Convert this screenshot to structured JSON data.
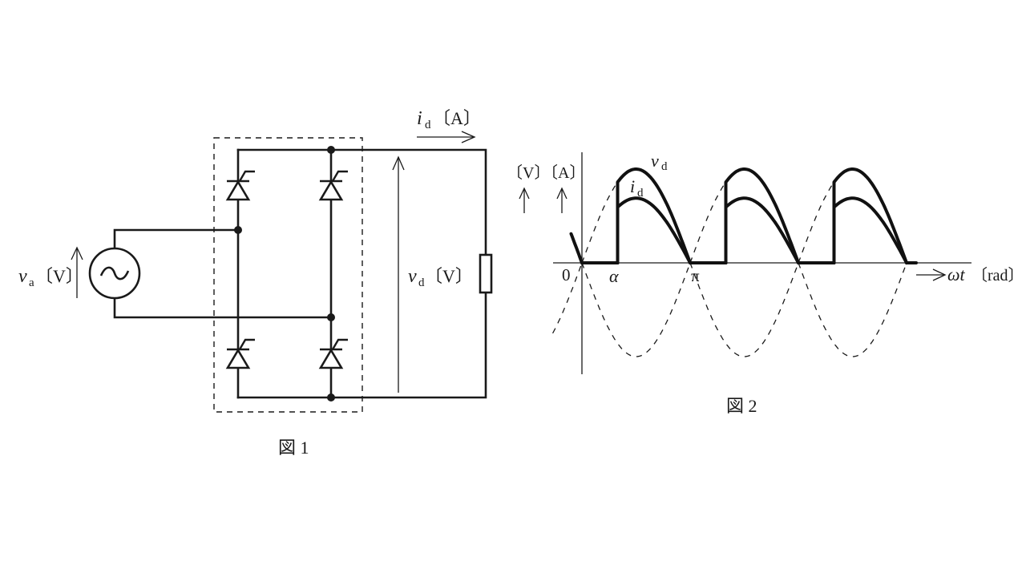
{
  "figure1": {
    "caption": "図 1",
    "source": {
      "symbol": "ac-source",
      "var": "v",
      "sub": "a",
      "unit": "〔V〕"
    },
    "output_current": {
      "var": "i",
      "sub": "d",
      "unit": "〔A〕"
    },
    "output_voltage": {
      "var": "v",
      "sub": "d",
      "unit": "〔V〕"
    },
    "bridge": {
      "type": "single-phase thyristor full bridge",
      "thyristor_count": 4
    },
    "load": {
      "type": "resistor"
    }
  },
  "figure2": {
    "caption": "図 2",
    "y_units": [
      "〔V〕",
      "〔A〕"
    ],
    "x_label": {
      "var": "ωt",
      "unit": "〔rad〕"
    },
    "tick_labels": {
      "zero": "0",
      "alpha": "α",
      "pi": "π"
    },
    "curve_labels": {
      "vd": {
        "var": "v",
        "sub": "d"
      },
      "id": {
        "var": "i",
        "sub": "d"
      }
    }
  },
  "chart_data": {
    "type": "line",
    "title": "",
    "xlabel": "ωt [rad]",
    "ylabel": "[V] [A]",
    "x_unit": "pi-radians",
    "xlim": [
      -0.27,
      3.6
    ],
    "ylim": [
      -1.2,
      1.2
    ],
    "firing_angle_alpha_pi": 0.33,
    "tick_positions_pi": {
      "0": 0,
      "α": 0.33,
      "π": 1
    },
    "series": [
      {
        "name": "source sine (dashed, ±)",
        "style": "dashed",
        "amplitude": 1.0,
        "function": "|sin| reference, both polarities",
        "periods_pi": [
          0,
          3
        ]
      },
      {
        "name": "v_d",
        "style": "thick",
        "amplitude": 1.0,
        "conducts_from_pi": [
          0.33,
          1.33,
          2.33
        ],
        "conducts_to_pi": [
          1,
          2,
          3
        ]
      },
      {
        "name": "i_d",
        "style": "thick",
        "amplitude": 0.69,
        "conducts_from_pi": [
          0.33,
          1.33,
          2.33
        ],
        "conducts_to_pi": [
          1,
          2,
          3
        ]
      }
    ],
    "grid": false,
    "legend": "none (inline labels)"
  }
}
